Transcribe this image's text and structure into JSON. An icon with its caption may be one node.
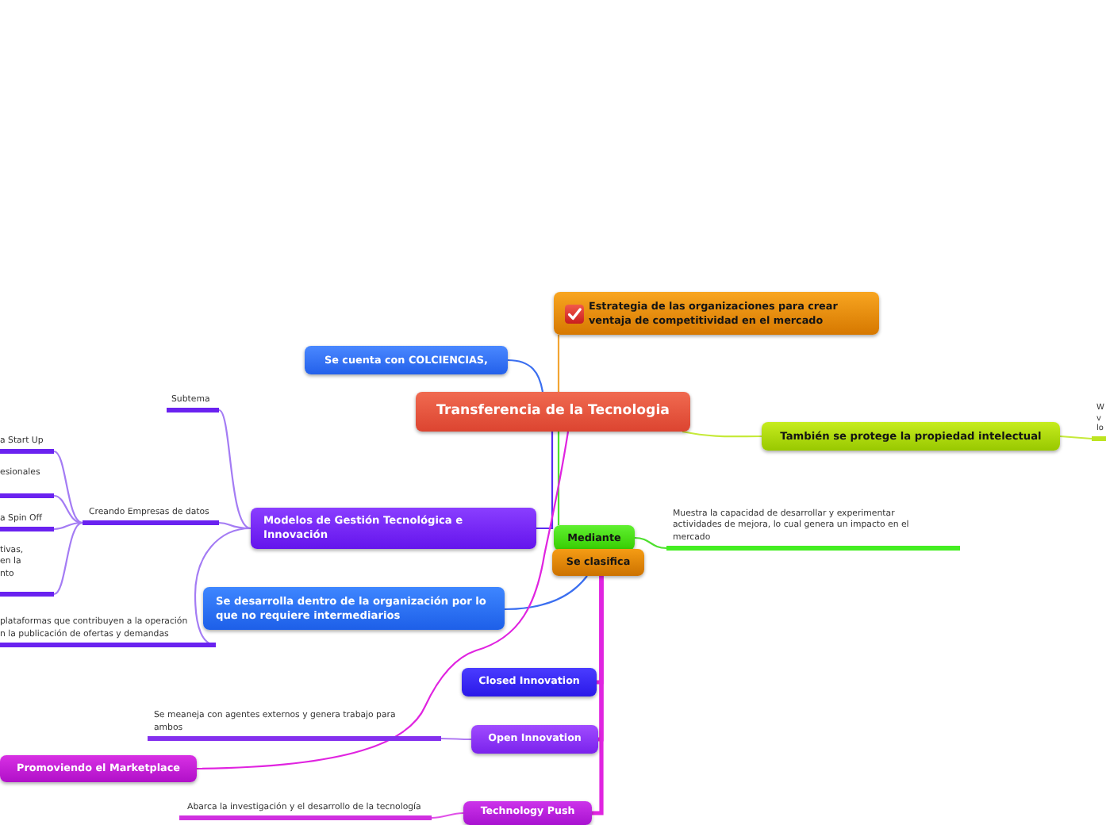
{
  "diagram": {
    "nodes": [
      {
        "text": [
          "Transferencia de la Tecnologia"
        ]
      },
      {
        "text": [
          "Estrategia de las organizaciones para crear ventaja de competitividad en el mercado"
        ]
      },
      {
        "text": [
          "Se cuenta con COLCIENCIAS,"
        ]
      },
      {
        "text": [
          "También se protege la propiedad intelectual"
        ]
      },
      {
        "text": [
          "W v lo"
        ]
      },
      {
        "text": [
          "Modelos de Gestión Tecnológica e Innovación"
        ]
      },
      {
        "text": [
          "Subtema"
        ]
      },
      {
        "text": [
          "Creando Empresas de datos"
        ]
      },
      {
        "text": [
          "a Start Up"
        ]
      },
      {
        "text": [
          "esionales"
        ]
      },
      {
        "text": [
          "a Spin Off"
        ]
      },
      {
        "text": [
          "tivas, en la nto"
        ]
      },
      {
        "text": [
          "plataformas que contribuyen a la operación n la publicación de ofertas y demandas"
        ]
      },
      {
        "text": [
          "Se desarrolla dentro de la organización por lo que no requiere intermediarios"
        ]
      },
      {
        "text": [
          "Mediante"
        ]
      },
      {
        "text": [
          "Muestra la capacidad de desarrollar y experimentar actividades de mejora, lo cual genera un impacto en el mercado"
        ]
      },
      {
        "text": [
          "Se clasifica"
        ]
      },
      {
        "text": [
          "Closed Innovation"
        ]
      },
      {
        "text": [
          "Open Innovation"
        ]
      },
      {
        "text": [
          "Se meaneja con agentes externos y genera trabajo para ambos"
        ]
      },
      {
        "text": [
          "Promoviendo el Marketplace"
        ]
      },
      {
        "text": [
          "Technology Push"
        ]
      },
      {
        "text": [
          "Abarca la investigación y el desarrollo de la tecnología"
        ]
      }
    ],
    "edges": [
      {
        "from": 0,
        "to": 1,
        "arrow": "none",
        "color": "#f2a533"
      },
      {
        "from": 0,
        "to": 2,
        "arrow": "none",
        "color": "#3b6ff0"
      },
      {
        "from": 0,
        "to": 3,
        "arrow": "none",
        "color": "#c6ea3a"
      },
      {
        "from": 3,
        "to": 4,
        "arrow": "none",
        "color": "#c6ea3a"
      },
      {
        "from": 0,
        "to": 5,
        "arrow": "none",
        "color": "#5a2cf0"
      },
      {
        "from": 5,
        "to": 6,
        "arrow": "none",
        "color": "#a47cf4"
      },
      {
        "from": 5,
        "to": 7,
        "arrow": "none",
        "color": "#a47cf4"
      },
      {
        "from": 7,
        "to": 8,
        "arrow": "none",
        "color": "#a47cf4"
      },
      {
        "from": 7,
        "to": 9,
        "arrow": "none",
        "color": "#a47cf4"
      },
      {
        "from": 7,
        "to": 10,
        "arrow": "none",
        "color": "#a47cf4"
      },
      {
        "from": 7,
        "to": 11,
        "arrow": "none",
        "color": "#a47cf4"
      },
      {
        "from": 5,
        "to": 12,
        "arrow": "none",
        "color": "#a47cf4"
      },
      {
        "from": 16,
        "to": 13,
        "arrow": "none",
        "color": "#3b6ff0"
      },
      {
        "from": 0,
        "to": 14,
        "arrow": "none",
        "color": "#4ee02e"
      },
      {
        "from": 14,
        "to": 15,
        "arrow": "none",
        "color": "#4ee02e"
      },
      {
        "from": 16,
        "to": 17,
        "arrow": "none",
        "style": "thick",
        "color": "#e024e0"
      },
      {
        "from": 16,
        "to": 18,
        "arrow": "none",
        "style": "thick",
        "color": "#e024e0"
      },
      {
        "from": 16,
        "to": 21,
        "arrow": "none",
        "style": "thick",
        "color": "#e024e0"
      },
      {
        "from": 18,
        "to": 19,
        "arrow": "none",
        "color": "#b07af2"
      },
      {
        "from": 0,
        "to": 20,
        "arrow": "none",
        "color": "#e024e0"
      },
      {
        "from": 21,
        "to": 22,
        "arrow": "none",
        "color": "#e050e8"
      }
    ]
  }
}
